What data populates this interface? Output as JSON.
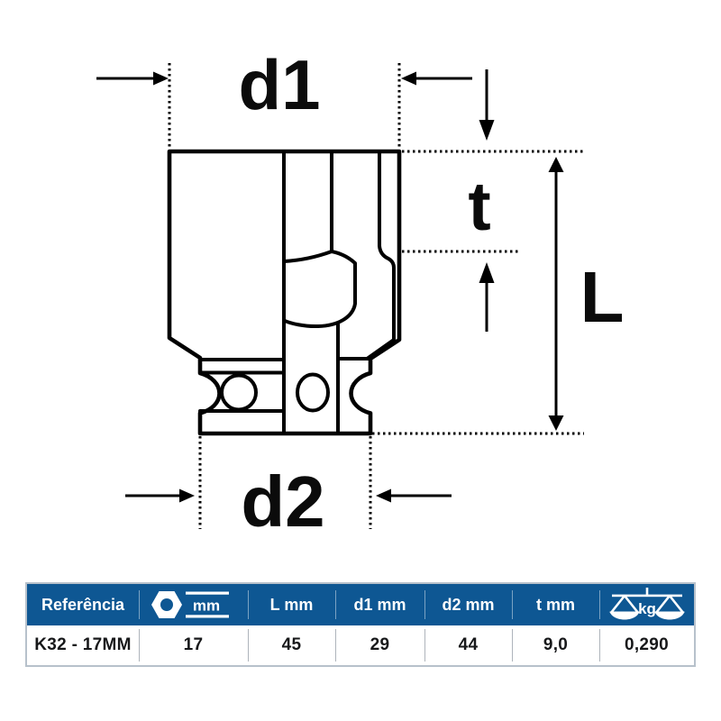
{
  "diagram": {
    "stroke_color": "#000000",
    "labels": {
      "d1": "d1",
      "t": "t",
      "L": "L",
      "d2": "d2"
    }
  },
  "table": {
    "header_bg": "#0e5793",
    "header_text_color": "#ffffff",
    "columns": [
      {
        "label": "Referência"
      },
      {
        "label": "mm",
        "icon": "hex-nut-icon"
      },
      {
        "label": "L mm"
      },
      {
        "label": "d1 mm"
      },
      {
        "label": "d2 mm"
      },
      {
        "label": "t mm"
      },
      {
        "label": "kg",
        "icon": "weight-scale-icon"
      }
    ],
    "row": {
      "referencia": "K32 - 17MM",
      "hex_mm": "17",
      "l_mm": "45",
      "d1_mm": "29",
      "d2_mm": "44",
      "t_mm": "9,0",
      "weight_kg": "0,290"
    }
  }
}
